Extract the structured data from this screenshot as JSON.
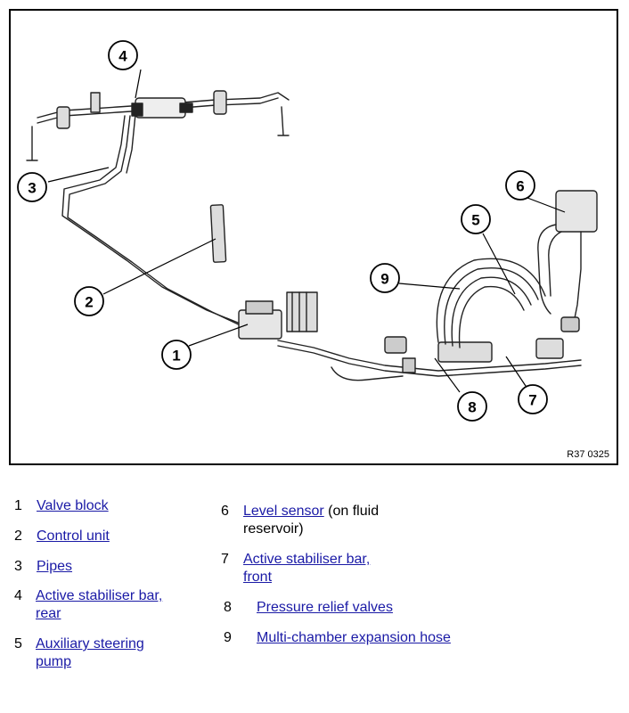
{
  "figure": {
    "code": "R37 0325",
    "callouts": [
      "1",
      "2",
      "3",
      "4",
      "5",
      "6",
      "7",
      "8",
      "9"
    ]
  },
  "legend": [
    {
      "num": "1",
      "link": "Valve block",
      "text": ""
    },
    {
      "num": "2",
      "link": "Control unit",
      "text": ""
    },
    {
      "num": "3",
      "link": "Pipes",
      "text": ""
    },
    {
      "num": "4",
      "link": "Active stabiliser bar, rear",
      "text": ""
    },
    {
      "num": "5",
      "link": "Auxiliary steering pump",
      "text": ""
    },
    {
      "num": "6",
      "link": "Level sensor",
      "text": " (on fluid reservoir)"
    },
    {
      "num": "7",
      "link": "Active stabiliser bar, front",
      "text": ""
    },
    {
      "num": "8",
      "link": "Pressure relief valves",
      "text": ""
    },
    {
      "num": "9",
      "link": "Multi-chamber expansion hose",
      "text": ""
    }
  ],
  "colors": {
    "link": "#1a1aa6",
    "line": "#000000",
    "fill": "#e8e8e8"
  }
}
